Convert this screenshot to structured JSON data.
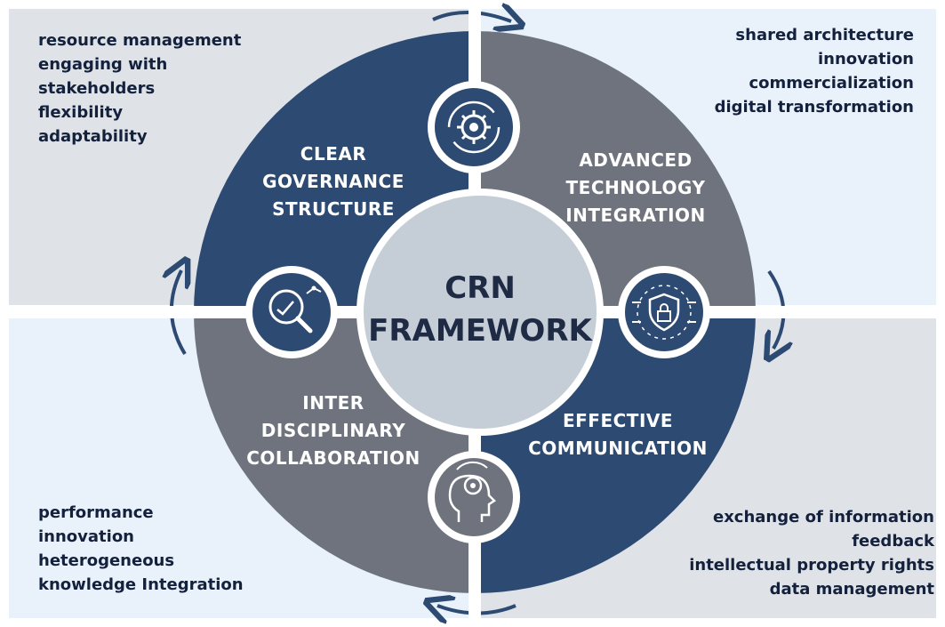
{
  "center": {
    "line1": "CRN",
    "line2": "FRAMEWORK"
  },
  "segments": {
    "top_left": [
      "CLEAR",
      "GOVERNANCE",
      "STRUCTURE"
    ],
    "top_right": [
      "ADVANCED",
      "TECHNOLOGY",
      "INTEGRATION"
    ],
    "bottom_left": [
      "INTER",
      "DISCIPLINARY",
      "COLLABORATION"
    ],
    "bottom_right": [
      "EFFECTIVE",
      "COMMUNICATION"
    ]
  },
  "notes": {
    "top_left": [
      "resource management",
      "engaging with",
      "stakeholders",
      "flexibility",
      "adaptability"
    ],
    "top_right": [
      "shared architecture",
      "innovation",
      "commercialization",
      "digital transformation"
    ],
    "bottom_left": [
      "performance",
      "innovation",
      "heterogeneous",
      "knowledge Integration"
    ],
    "bottom_right": [
      "exchange of information",
      "feedback",
      "intellectual property rights",
      "data management"
    ]
  },
  "icons": [
    "gear-cycle-icon",
    "security-shield-icon",
    "mind-gear-icon",
    "magnifier-analytics-icon"
  ],
  "colors": {
    "navy": "#2d4a72",
    "slate": "#6e737d",
    "center": "#c5cdd6",
    "text_dark": "#14213d",
    "quad_gray": "#dfe3e7",
    "quad_blue": "#e9f1fb"
  }
}
